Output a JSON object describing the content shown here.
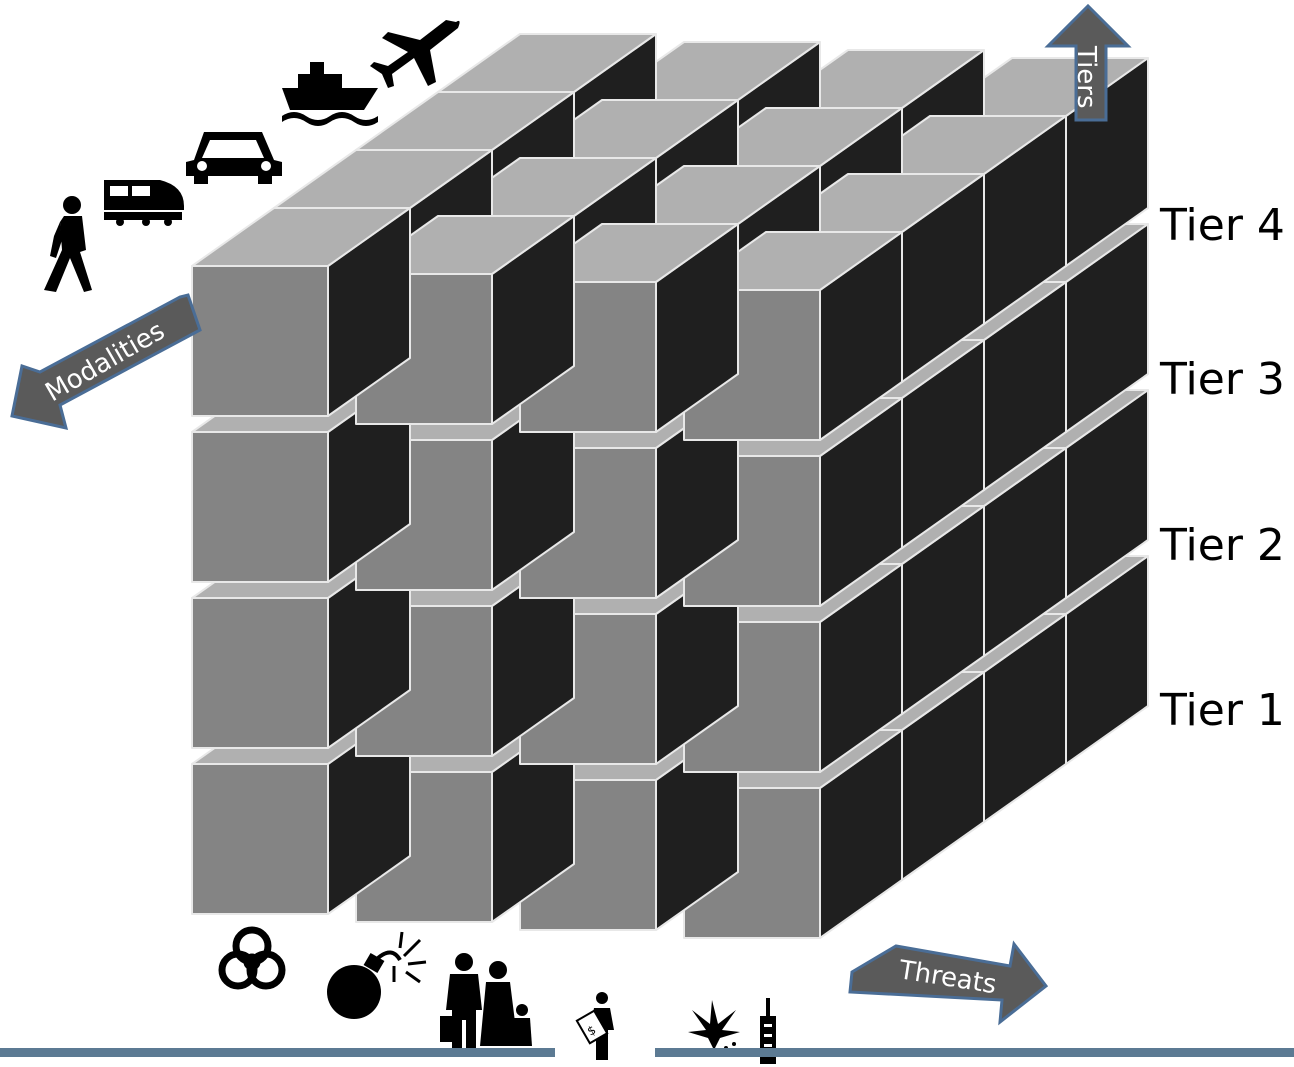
{
  "axes": {
    "tiers": {
      "label": "Tiers"
    },
    "modalities": {
      "label": "Modalities"
    },
    "threats": {
      "label": "Threats"
    }
  },
  "tiers": [
    "Tier 4",
    "Tier 3",
    "Tier 2",
    "Tier 1"
  ],
  "modality_icons": [
    "pedestrian-icon",
    "train-icon",
    "car-icon",
    "ship-icon",
    "airplane-icon"
  ],
  "threat_icons": [
    "biohazard-icon",
    "bomb-icon",
    "family-migrants-icon",
    "human-trafficking-icon",
    "drugs-icon"
  ],
  "colors": {
    "cube_front": "#848484",
    "cube_top": "#b0b0b0",
    "cube_side": "#1f1f1f",
    "cube_edge": "#e8e8e8",
    "arrow_fill": "#5a5a5a",
    "arrow_stroke": "#4a6d96",
    "baseline": "#5c7a93",
    "icon": "#000000"
  }
}
